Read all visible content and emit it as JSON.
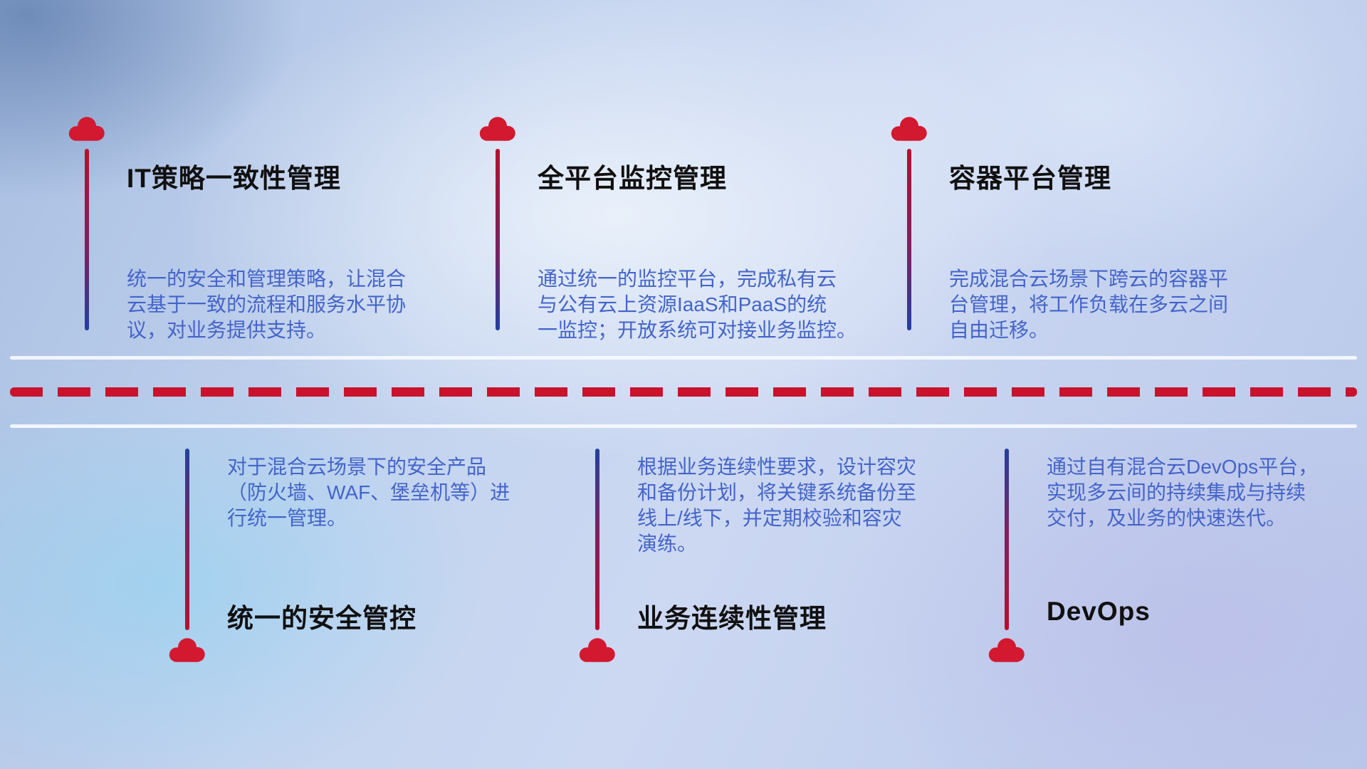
{
  "palette": {
    "red": "#d21930",
    "dash_red": "#c9122c",
    "stem_blue": "#23409c",
    "description_blue": "#4464c9",
    "title_color": "#101010",
    "rail_white": "#f6fafe"
  },
  "timeline": {
    "top_items": [
      {
        "title": "IT策略一致性管理",
        "description": "统一的安全和管理策略，让混合\n云基于一致的流程和服务水平协\n议，对业务提供支持。"
      },
      {
        "title": "全平台监控管理",
        "description": "通过统一的监控平台，完成私有云\n与公有云上资源IaaS和PaaS的统\n一监控；开放系统可对接业务监控。"
      },
      {
        "title": "容器平台管理",
        "description": "完成混合云场景下跨云的容器平\n台管理，将工作负载在多云之间\n自由迁移。"
      }
    ],
    "bottom_items": [
      {
        "title": "统一的安全管控",
        "description": "对于混合云场景下的安全产品\n（防火墙、WAF、堡垒机等）进\n行统一管理。"
      },
      {
        "title": "业务连续性管理",
        "description": "根据业务连续性要求，设计容灾\n和备份计划，将关键系统备份至\n线上/线下，并定期校验和容灾\n演练。"
      },
      {
        "title": "DevOps",
        "description": "通过自有混合云DevOps平台，\n实现多云间的持续集成与持续\n交付，及业务的快速迭代。"
      }
    ]
  }
}
